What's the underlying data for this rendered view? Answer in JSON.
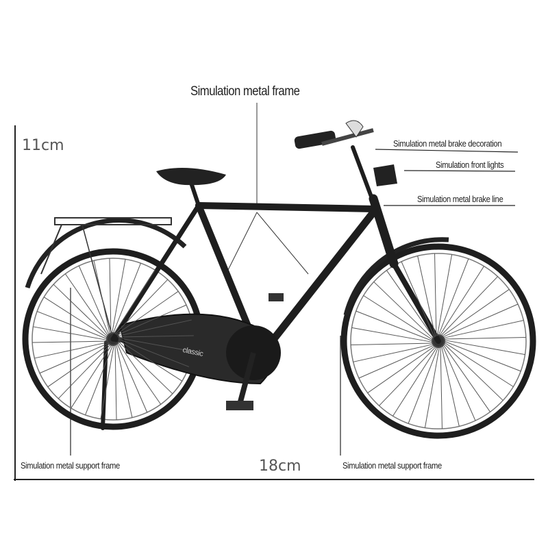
{
  "title": "Simulation metal frame",
  "dimensions": {
    "height": "11cm",
    "width": "18cm"
  },
  "callouts": {
    "brake_decoration": "Simulation metal brake decoration",
    "front_lights": "Simulation front lights",
    "brake_line": "Simulation metal brake line",
    "support_frame_rear": "Simulation metal support frame",
    "support_frame_front": "Simulation metal support frame"
  },
  "frame_text": {
    "chain_guard": "classic"
  },
  "colors": {
    "frame": "#1e1e1e",
    "line": "#222222",
    "spoke": "#555555"
  }
}
